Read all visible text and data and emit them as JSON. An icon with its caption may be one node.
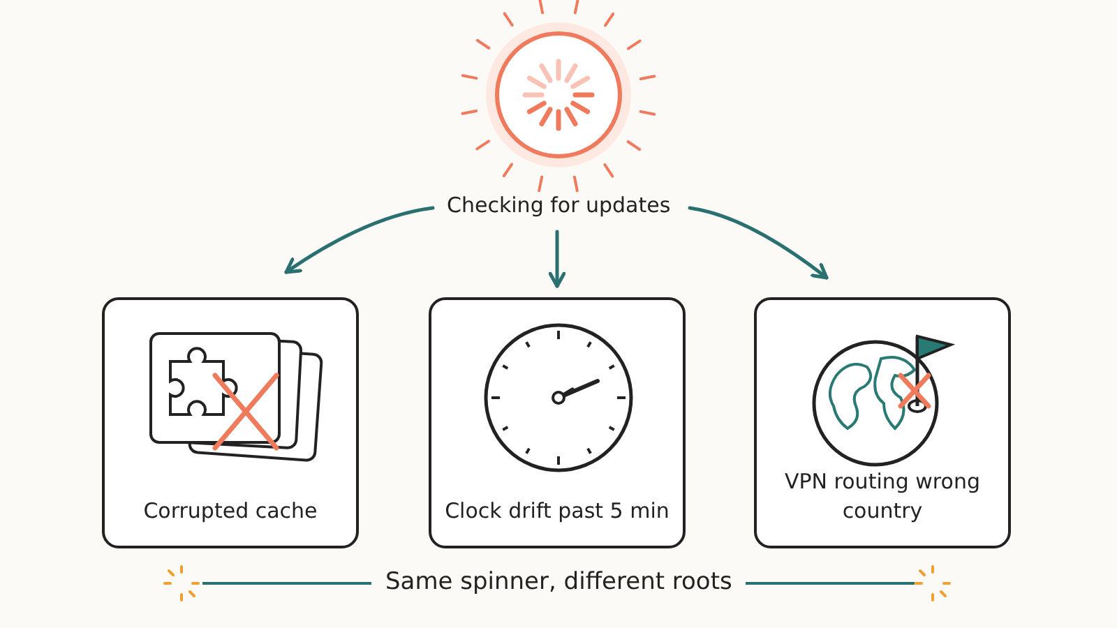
{
  "diagram": {
    "caption": "Same spinner, different roots",
    "nodes": [
      {
        "text": [
          "Checking for updates"
        ]
      },
      {
        "text": [
          "Corrupted cache"
        ]
      },
      {
        "text": [
          "Clock drift past 5 min"
        ]
      },
      {
        "text": [
          "VPN routing wrong country"
        ]
      }
    ],
    "edges": [
      {
        "from": 0,
        "to": 1,
        "arrow": "to"
      },
      {
        "from": 0,
        "to": 2,
        "arrow": "to"
      },
      {
        "from": 0,
        "to": 3,
        "arrow": "to"
      }
    ]
  }
}
